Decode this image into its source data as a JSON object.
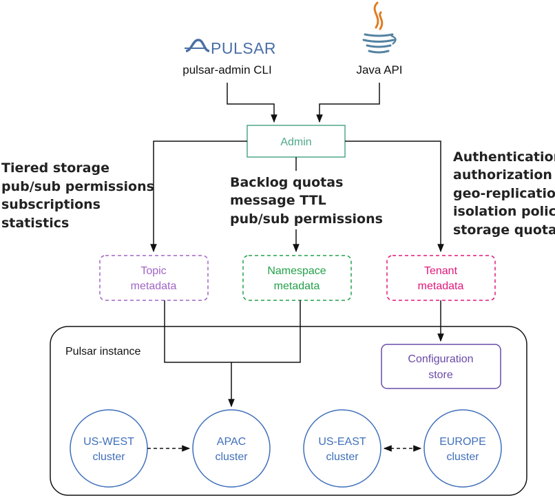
{
  "sources": {
    "pulsar_logo_text": "PULSAR",
    "pulsar_cli_label": "pulsar-admin CLI",
    "java_label": "Java API"
  },
  "admin": {
    "label": "Admin"
  },
  "annotations": {
    "topic": [
      "Tiered storage",
      "pub/sub permissions",
      "subscriptions",
      "statistics"
    ],
    "namespace": [
      "Backlog quotas",
      "message TTL",
      "pub/sub permissions"
    ],
    "tenant": [
      "Authentication",
      "authorization",
      "geo-replication",
      "isolation policy",
      "storage quotas"
    ]
  },
  "metadata": {
    "topic": [
      "Topic",
      "metadata"
    ],
    "namespace": [
      "Namespace",
      "metadata"
    ],
    "tenant": [
      "Tenant",
      "metadata"
    ]
  },
  "instance": {
    "label": "Pulsar instance",
    "config_store": [
      "Configuration",
      "store"
    ]
  },
  "clusters": {
    "us_west": [
      "US-WEST",
      "cluster"
    ],
    "apac": [
      "APAC",
      "cluster"
    ],
    "us_east": [
      "US-EAST",
      "cluster"
    ],
    "europe": [
      "EUROPE",
      "cluster"
    ]
  },
  "colors": {
    "admin": "#4fa888",
    "topic": "#a065c4",
    "namespace": "#23a04a",
    "tenant": "#e0177a",
    "config": "#6a4aa8",
    "cluster": "#3f6fba",
    "pulsar_logo": "#4a6fa5",
    "java_flame": "#e07b20",
    "java_cup": "#5382a1"
  }
}
